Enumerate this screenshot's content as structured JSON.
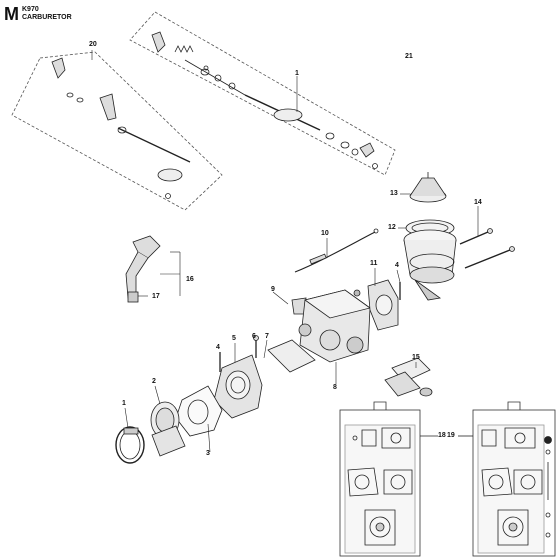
{
  "header": {
    "section_letter": "M",
    "model": "K970",
    "title": "CARBURETOR"
  },
  "callouts": {
    "c1": "1",
    "c2": "2",
    "c3": "3",
    "c4a": "4",
    "c4b": "4",
    "c5": "5",
    "c6": "6",
    "c7": "7",
    "c8": "8",
    "c9": "9",
    "c10": "10",
    "c11": "11",
    "c12": "12",
    "c13": "13",
    "c14": "14",
    "c15": "15",
    "c16": "16",
    "c17": "17",
    "c18": "18",
    "c19": "19",
    "c20": "20",
    "c21": "21",
    "cA": "1"
  },
  "colors": {
    "line": "#222222",
    "dash": "#555555",
    "fill_light": "#eeeeee",
    "fill_mid": "#cccccc",
    "fill_dark": "#888888"
  }
}
